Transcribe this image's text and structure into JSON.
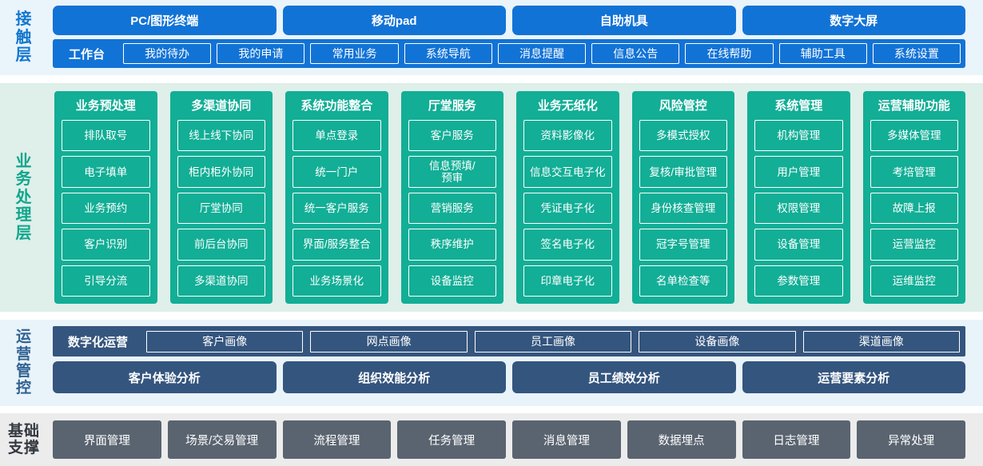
{
  "bands": {
    "contact": {
      "label_chars": [
        "接",
        "触",
        "层"
      ],
      "channels": [
        "PC/图形终端",
        "移动pad",
        "自助机具",
        "数字大屏"
      ],
      "workbench_title": "工作台",
      "workbench_items": [
        "我的待办",
        "我的申请",
        "常用业务",
        "系统导航",
        "消息提醒",
        "信息公告",
        "在线帮助",
        "辅助工具",
        "系统设置"
      ],
      "accent": "#1273d6",
      "background": "#eaf4fb"
    },
    "business": {
      "label_chars": [
        "业",
        "务",
        "处",
        "理",
        "层"
      ],
      "accent": "#12ae96",
      "background": "#dfefe9",
      "columns": [
        {
          "title": "业务预处理",
          "items": [
            "排队取号",
            "电子填单",
            "业务预约",
            "客户识别",
            "引导分流"
          ]
        },
        {
          "title": "多渠道协同",
          "items": [
            "线上线下协同",
            "柜内柜外协同",
            "厅堂协同",
            "前后台协同",
            "多渠道协同"
          ]
        },
        {
          "title": "系统功能整合",
          "items": [
            "单点登录",
            "统一门户",
            "统一客户服务",
            "界面/服务整合",
            "业务场景化"
          ]
        },
        {
          "title": "厅堂服务",
          "items": [
            "客户服务",
            "信息预填/\n预审",
            "营销服务",
            "秩序维护",
            "设备监控"
          ]
        },
        {
          "title": "业务无纸化",
          "items": [
            "资料影像化",
            "信息交互电子化",
            "凭证电子化",
            "签名电子化",
            "印章电子化"
          ]
        },
        {
          "title": "风险管控",
          "items": [
            "多模式授权",
            "复核/审批管理",
            "身份核查管理",
            "冠字号管理",
            "名单检查等"
          ]
        },
        {
          "title": "系统管理",
          "items": [
            "机构管理",
            "用户管理",
            "权限管理",
            "设备管理",
            "参数管理"
          ]
        },
        {
          "title": "运营辅助功能",
          "items": [
            "多媒体管理",
            "考培管理",
            "故障上报",
            "运营监控",
            "运维监控"
          ]
        }
      ]
    },
    "operations": {
      "label_chars": [
        "运",
        "营",
        "管",
        "控"
      ],
      "accent": "#34557e",
      "background": "#e9f3fa",
      "portrait_title": "数字化运营",
      "portrait_items": [
        "客户画像",
        "网点画像",
        "员工画像",
        "设备画像",
        "渠道画像"
      ],
      "analysis_items": [
        "客户体验分析",
        "组织效能分析",
        "员工绩效分析",
        "运营要素分析"
      ]
    },
    "foundation": {
      "label_rows": [
        "基础",
        "支撑"
      ],
      "accent": "#5a6470",
      "background": "#ececec",
      "items": [
        "界面管理",
        "场景/交易管理",
        "流程管理",
        "任务管理",
        "消息管理",
        "数据埋点",
        "日志管理",
        "异常处理"
      ]
    }
  }
}
